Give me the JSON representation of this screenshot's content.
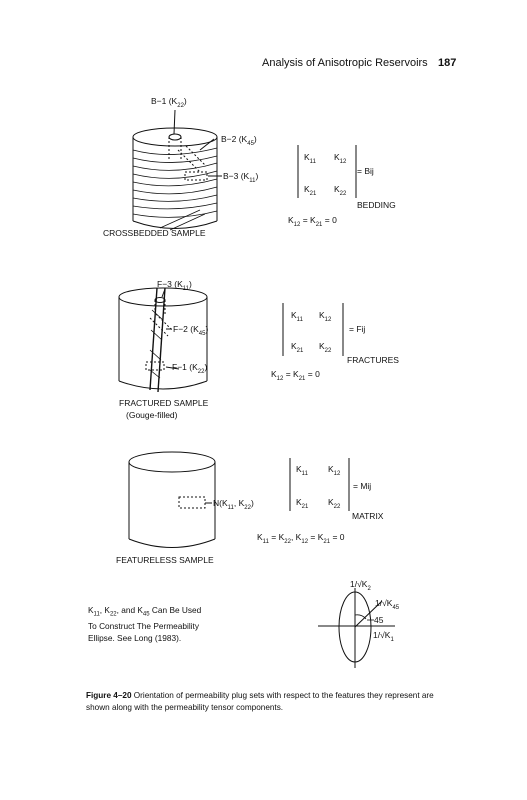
{
  "header": {
    "title": "Analysis of Anisotropic Reservoirs",
    "page_number": "187"
  },
  "panels": {
    "crossbedded": {
      "labels": [
        "B−1 (K",
        "22",
        ")",
        "B−2 (K",
        "45",
        ")",
        "B−3 (K",
        "11",
        ")"
      ],
      "caption": "CROSSBEDDED SAMPLE",
      "matrix": [
        "K",
        "11",
        "K",
        "12",
        "K",
        "21",
        "K",
        "22"
      ],
      "equals_label": "= Bij",
      "type_label": "BEDDING",
      "relation": [
        "K",
        "12",
        " = K",
        "21",
        " = 0"
      ]
    },
    "fractured": {
      "labels": [
        "F−3 (K",
        "11",
        ")",
        "F−2 (K",
        "45",
        ")",
        "F−1 (K",
        "22",
        ")"
      ],
      "caption": "FRACTURED SAMPLE",
      "subcaption": "(Gouge-filled)",
      "matrix": [
        "K",
        "11",
        "K",
        "12",
        "K",
        "21",
        "K",
        "22"
      ],
      "equals_label": "= Fij",
      "type_label": "FRACTURES",
      "relation": [
        "K",
        "12",
        " = K",
        "21",
        " = 0"
      ]
    },
    "featureless": {
      "labels": [
        "N(K",
        "11",
        ", K",
        "22",
        ")"
      ],
      "caption": "FEATURELESS SAMPLE",
      "matrix": [
        "K",
        "11",
        "K",
        "12",
        "K",
        "21",
        "K",
        "22"
      ],
      "equals_label": "= Mij",
      "type_label": "MATRIX",
      "relation": [
        "K",
        "11",
        " = K",
        "22",
        ", K",
        "12",
        " = K",
        "21",
        " = 0"
      ]
    }
  },
  "ellipse_note": [
    "K",
    "11",
    ", K",
    "22",
    ", and K",
    "45",
    " Can Be Used",
    "To Construct The Permeability",
    "Ellipse. See Long (1983)."
  ],
  "ellipse_labels": [
    "1/√K",
    "2",
    "1/√K",
    "45",
    "45",
    "1/√K",
    "1"
  ],
  "caption": {
    "label": "Figure 4–20",
    "text": " Orientation of permeability plug sets with respect to the features they represent are shown along with the permeability tensor components."
  }
}
